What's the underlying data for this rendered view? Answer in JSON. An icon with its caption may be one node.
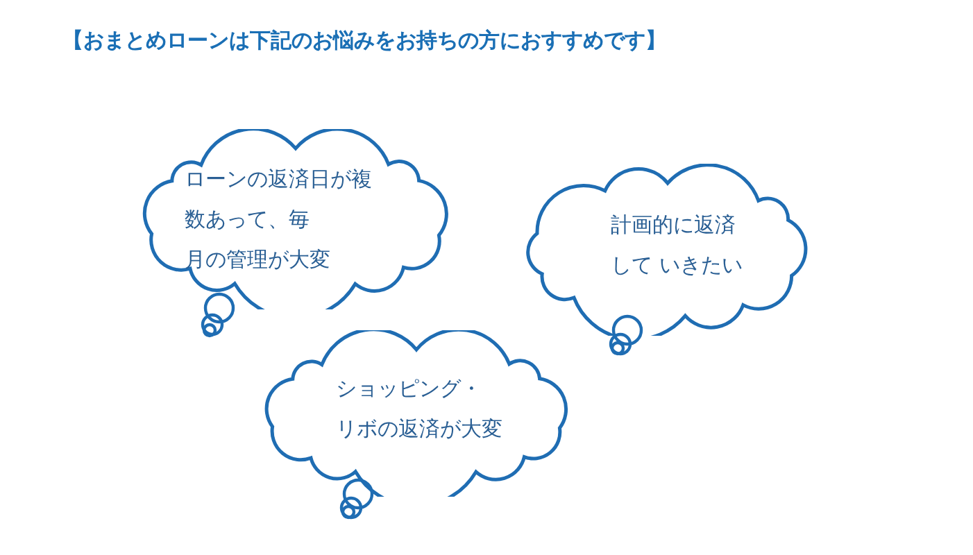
{
  "diagram": {
    "title": "【おまとめローンは下記のお悩みをお持ちの方におすすめです】",
    "nodes": [
      {
        "text": [
          "ローンの返済日が複数あって、毎月の管理が大変"
        ]
      },
      {
        "text": [
          "計画的に返済して いきたい"
        ]
      },
      {
        "text": [
          "ショッピング・リボの返済が大変"
        ]
      }
    ]
  }
}
